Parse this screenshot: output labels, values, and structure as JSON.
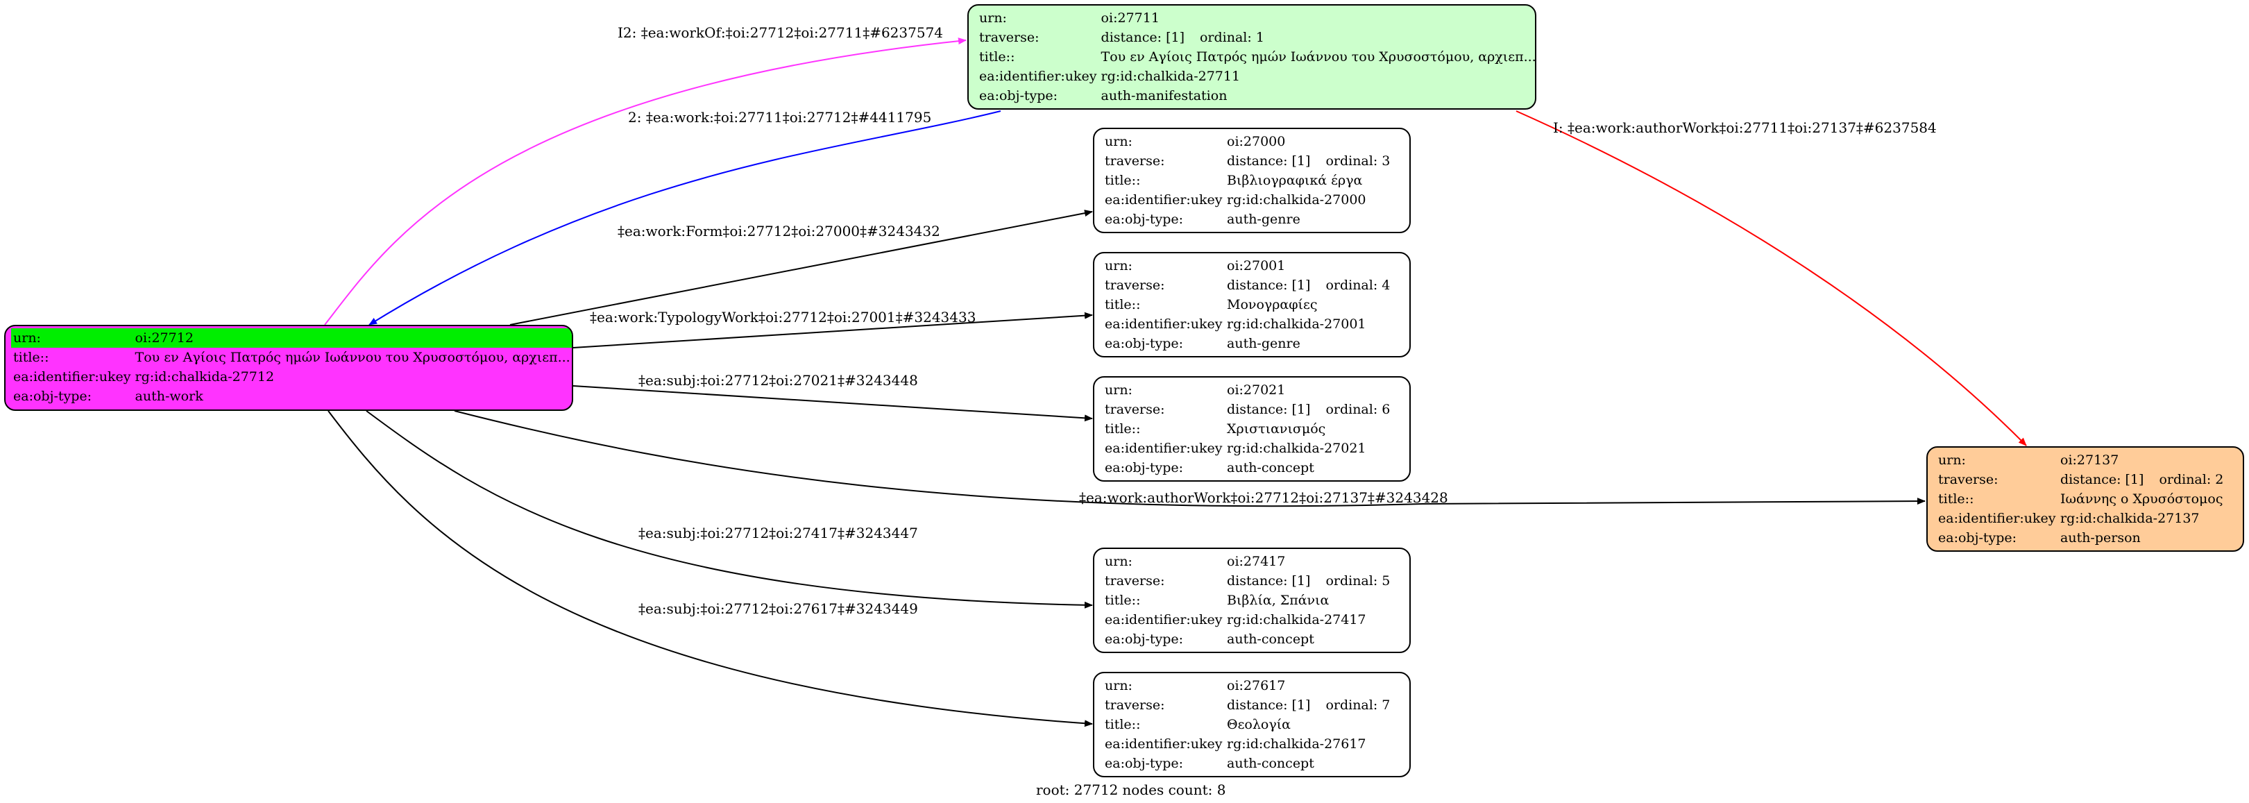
{
  "colors": {
    "root_fill": "#ff33ff",
    "root_header": "#00ee00",
    "manifestation_fill": "#ccffcc",
    "person_fill": "#ffcc99",
    "plain_fill": "#ffffff",
    "edge_workof": "#ff33ff",
    "edge_work": "#0000ff",
    "edge_author": "#ff0000",
    "edge_default": "#000000"
  },
  "root": {
    "urn_key": "urn:",
    "urn": "oi:27712",
    "title_key": "title::",
    "title": "Του  εν Αγίοις Πατρός ημών Ιωάννου του Χρυσοστόμου, αρχιεπ...",
    "ident_key": "ea:identifier:ukey",
    "ident": "rg:id:chalkida-27712",
    "type_key": "ea:obj-type:",
    "type": "auth-work"
  },
  "nodes": [
    {
      "id": "n27711",
      "urn": "oi:27711",
      "distance": "distance: [1]",
      "ordinal": "ordinal: 1",
      "title": "Του  εν Αγίοις Πατρός ημών Ιωάννου του Χρυσοστόμου, αρχιεπ...",
      "ident": "rg:id:chalkida-27711",
      "type": "auth-manifestation"
    },
    {
      "id": "n27000",
      "urn": "oi:27000",
      "distance": "distance: [1]",
      "ordinal": "ordinal: 3",
      "title": "Βιβλιογραφικά έργα",
      "ident": "rg:id:chalkida-27000",
      "type": "auth-genre"
    },
    {
      "id": "n27001",
      "urn": "oi:27001",
      "distance": "distance: [1]",
      "ordinal": "ordinal: 4",
      "title": "Μονογραφίες",
      "ident": "rg:id:chalkida-27001",
      "type": "auth-genre"
    },
    {
      "id": "n27021",
      "urn": "oi:27021",
      "distance": "distance: [1]",
      "ordinal": "ordinal: 6",
      "title": "Χριστιανισμός",
      "ident": "rg:id:chalkida-27021",
      "type": "auth-concept"
    },
    {
      "id": "n27417",
      "urn": "oi:27417",
      "distance": "distance: [1]",
      "ordinal": "ordinal: 5",
      "title": "Βιβλία, Σπάνια",
      "ident": "rg:id:chalkida-27417",
      "type": "auth-concept"
    },
    {
      "id": "n27617",
      "urn": "oi:27617",
      "distance": "distance: [1]",
      "ordinal": "ordinal: 7",
      "title": "Θεολογία",
      "ident": "rg:id:chalkida-27617",
      "type": "auth-concept"
    },
    {
      "id": "n27137",
      "urn": "oi:27137",
      "distance": "distance: [1]",
      "ordinal": "ordinal: 2",
      "title": "Ιωάννης ο Χρυσόστομος",
      "ident": "rg:id:chalkida-27137",
      "type": "auth-person"
    }
  ],
  "keys": {
    "urn": "urn:",
    "traverse": "traverse:",
    "title": "title::",
    "ident": "ea:identifier:ukey",
    "type": "ea:obj-type:"
  },
  "edges": [
    {
      "id": "e-workof",
      "label": "I2: ‡ea:workOf:‡oi:27712‡oi:27711‡#6237574",
      "color": "edge_workof"
    },
    {
      "id": "e-work",
      "label": "2: ‡ea:work:‡oi:27711‡oi:27712‡#4411795",
      "color": "edge_work"
    },
    {
      "id": "e-authorwork-i",
      "label": "I: ‡ea:work:authorWork‡oi:27711‡oi:27137‡#6237584",
      "color": "edge_author"
    },
    {
      "id": "e-form",
      "label": "‡ea:work:Form‡oi:27712‡oi:27000‡#3243432",
      "color": "edge_default"
    },
    {
      "id": "e-typology",
      "label": "‡ea:work:TypologyWork‡oi:27712‡oi:27001‡#3243433",
      "color": "edge_default"
    },
    {
      "id": "e-subj-27021",
      "label": "‡ea:subj:‡oi:27712‡oi:27021‡#3243448",
      "color": "edge_default"
    },
    {
      "id": "e-authorwork",
      "label": "‡ea:work:authorWork‡oi:27712‡oi:27137‡#3243428",
      "color": "edge_default"
    },
    {
      "id": "e-subj-27417",
      "label": "‡ea:subj:‡oi:27712‡oi:27417‡#3243447",
      "color": "edge_default"
    },
    {
      "id": "e-subj-27617",
      "label": "‡ea:subj:‡oi:27712‡oi:27617‡#3243449",
      "color": "edge_default"
    }
  ],
  "footer": {
    "root": "root: 27712",
    "count": "nodes count: 8"
  }
}
